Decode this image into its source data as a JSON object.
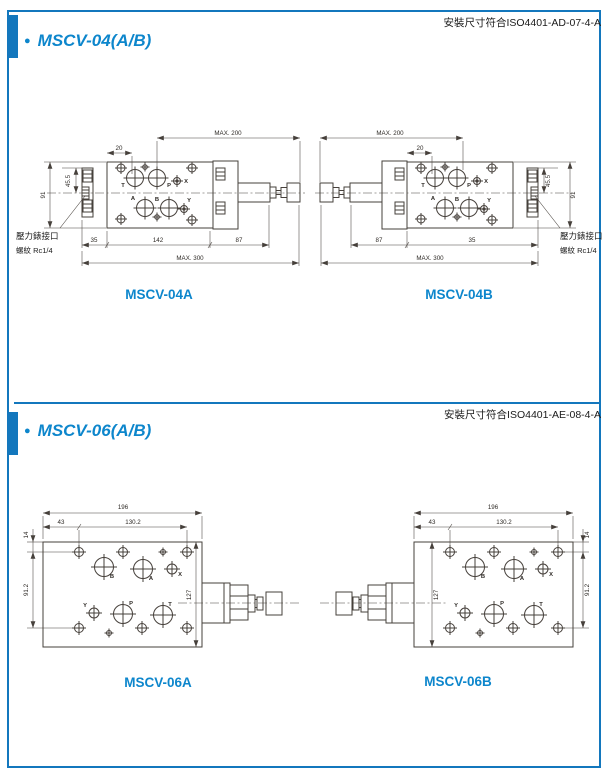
{
  "s1": {
    "note": "安裝尺寸符合ISO4401-AD-07-4-A",
    "bullet": "●",
    "title": "MSCV-04(A/B)",
    "a": {
      "caption": "MSCV-04A",
      "max200": "MAX. 200",
      "d20": "20",
      "d455": "45.5",
      "d91": "91",
      "d35": "35",
      "d142": "142",
      "d87": "87",
      "max300": "MAX. 300",
      "pt": "T",
      "pp": "P",
      "px": "X",
      "pa": "A",
      "pb": "B",
      "py": "Y",
      "g1": "壓力錶接口",
      "g2": "螺紋 Rc1/4"
    },
    "b": {
      "caption": "MSCV-04B",
      "max200": "MAX. 200",
      "d20": "20",
      "d455": "45.5",
      "d91": "91",
      "d87": "87",
      "d35": "35",
      "max300": "MAX. 300",
      "pt": "T",
      "pp": "P",
      "px": "X",
      "pa": "A",
      "pb": "B",
      "py": "Y",
      "g1": "壓力錶接口",
      "g2": "螺紋 Rc1/4"
    }
  },
  "s2": {
    "note": "安裝尺寸符合ISO4401-AE-08-4-A",
    "bullet": "●",
    "title": "MSCV-06(A/B)",
    "a": {
      "caption": "MSCV-06A",
      "d196": "196",
      "d43": "43",
      "d1302": "130.2",
      "d14": "14",
      "d912": "91.2",
      "d127": "127",
      "pb": "B",
      "pa": "A",
      "px": "X",
      "py": "Y",
      "pp": "P",
      "pt": "T"
    },
    "b": {
      "caption": "MSCV-06B",
      "d196": "196",
      "d43": "43",
      "d1302": "130.2",
      "d14": "14",
      "d912": "91.2",
      "d127": "127",
      "pb": "B",
      "pa": "A",
      "px": "X",
      "py": "Y",
      "pp": "P",
      "pt": "T"
    }
  }
}
